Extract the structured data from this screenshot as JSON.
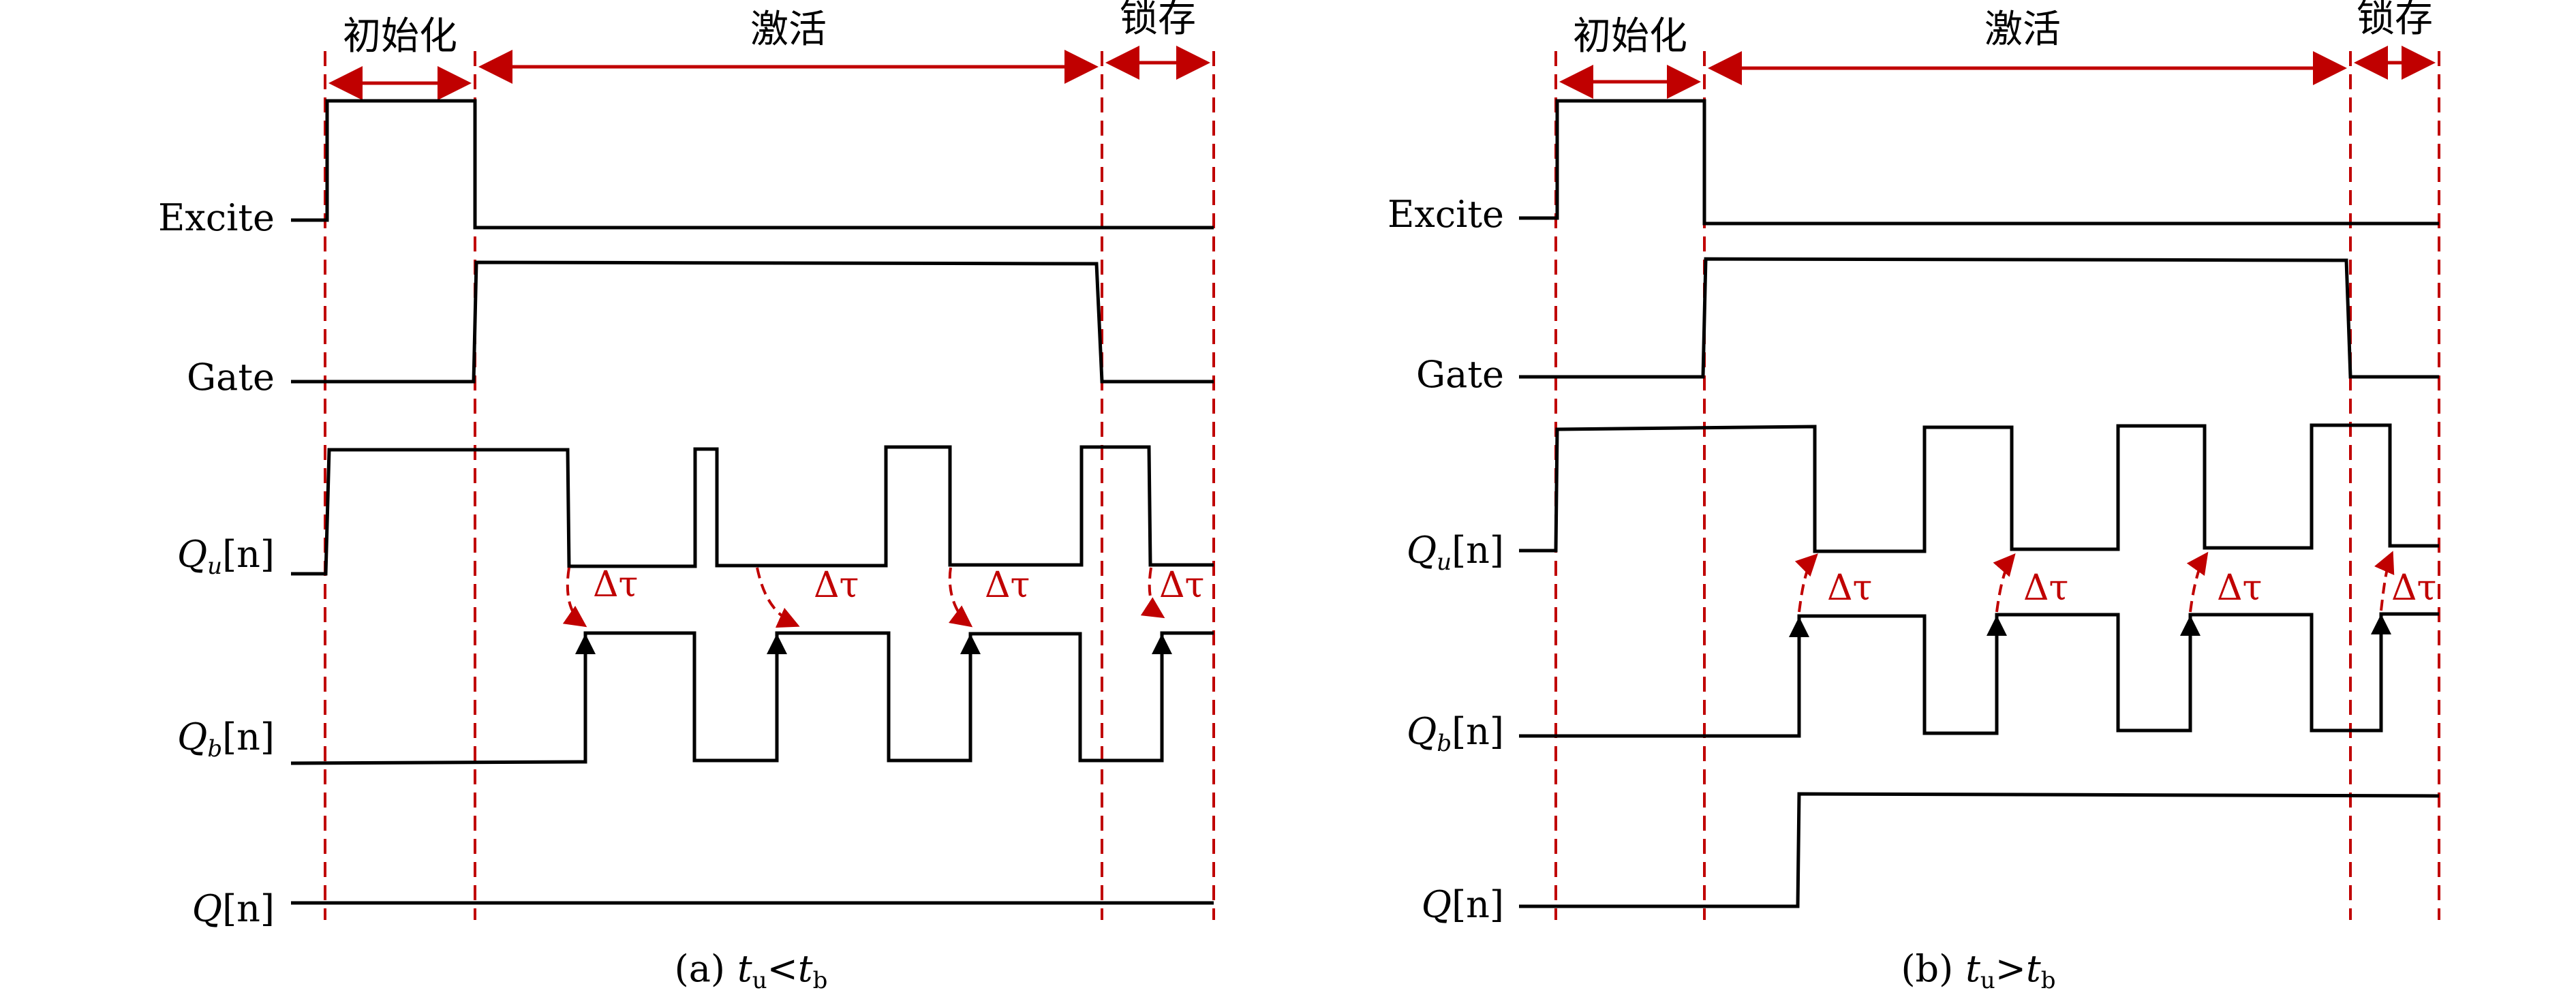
{
  "phases": {
    "init": "初始化",
    "activate": "激活",
    "latch": "锁存"
  },
  "signals": {
    "excite": "Excite",
    "gate": "Gate",
    "qu_main": "Q",
    "qu_sub": "u",
    "qu_idx": "[n]",
    "qb_main": "Q",
    "qb_sub": "b",
    "qb_idx": "[n]",
    "q_main": "Q",
    "q_idx": "[n]"
  },
  "delta_label": "Δτ",
  "panels": [
    {
      "caption_prefix": "(a)",
      "caption_t1": "t",
      "caption_t1_sub": "u",
      "caption_op": "<",
      "caption_t2": "t",
      "caption_t2_sub": "b"
    },
    {
      "caption_prefix": "(b)",
      "caption_t1": "t",
      "caption_t1_sub": "u",
      "caption_op": ">",
      "caption_t2": "t",
      "caption_t2_sub": "b"
    }
  ],
  "colors": {
    "guide": "#c00000",
    "signal": "#000000"
  }
}
